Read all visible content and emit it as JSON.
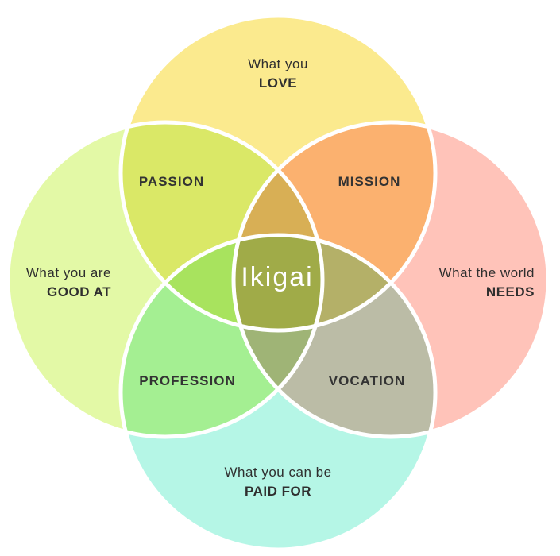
{
  "colors": {
    "love": "#FBEA8E",
    "good": "#E3F9A6",
    "needs": "#FFC3B9",
    "paid": "#B5F6E6",
    "passion": "#DAE867",
    "mission": "#FBB16F",
    "profession": "#A4EF92",
    "vocation": "#BBBCA6",
    "top_lens": "#D8AF55",
    "left_lens": "#A8E35E",
    "right_lens": "#B4B068",
    "bottom_lens": "#9FB476",
    "ikigai": "#A0AB48",
    "outline": "#ffffff"
  },
  "circles": {
    "love": {
      "line1": "What you",
      "line2": "LOVE"
    },
    "good": {
      "line1": "What you are",
      "line2": "GOOD AT"
    },
    "needs": {
      "line1": "What the world",
      "line2": "NEEDS"
    },
    "paid": {
      "line1": "What you can be",
      "line2": "PAID FOR"
    }
  },
  "zones": {
    "passion": "PASSION",
    "mission": "MISSION",
    "profession": "PROFESSION",
    "vocation": "VOCATION"
  },
  "center": "Ikigai"
}
